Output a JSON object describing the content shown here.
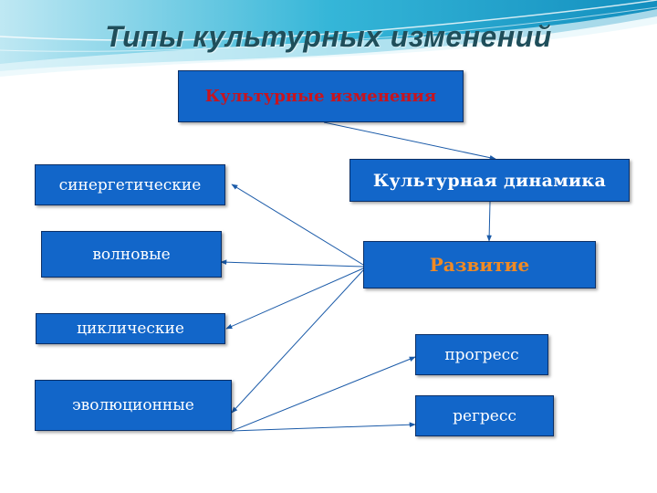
{
  "title": "Типы культурных изменений",
  "boxes": {
    "cultural_changes": "Культурные изменения",
    "cultural_dynamics": "Культурная  динамика",
    "development": "Развитие",
    "synergetic": "синергетические",
    "wave": "волновые",
    "cyclic": "циклические",
    "evolutionary": "эволюционные",
    "progress": "прогресс",
    "regress": "регресс"
  },
  "colors": {
    "box_fill": "#1266c9",
    "title": "#1f4e5a",
    "top_label": "#c8141e",
    "development_label": "#f08a24",
    "arrow": "#1a5aa8"
  }
}
